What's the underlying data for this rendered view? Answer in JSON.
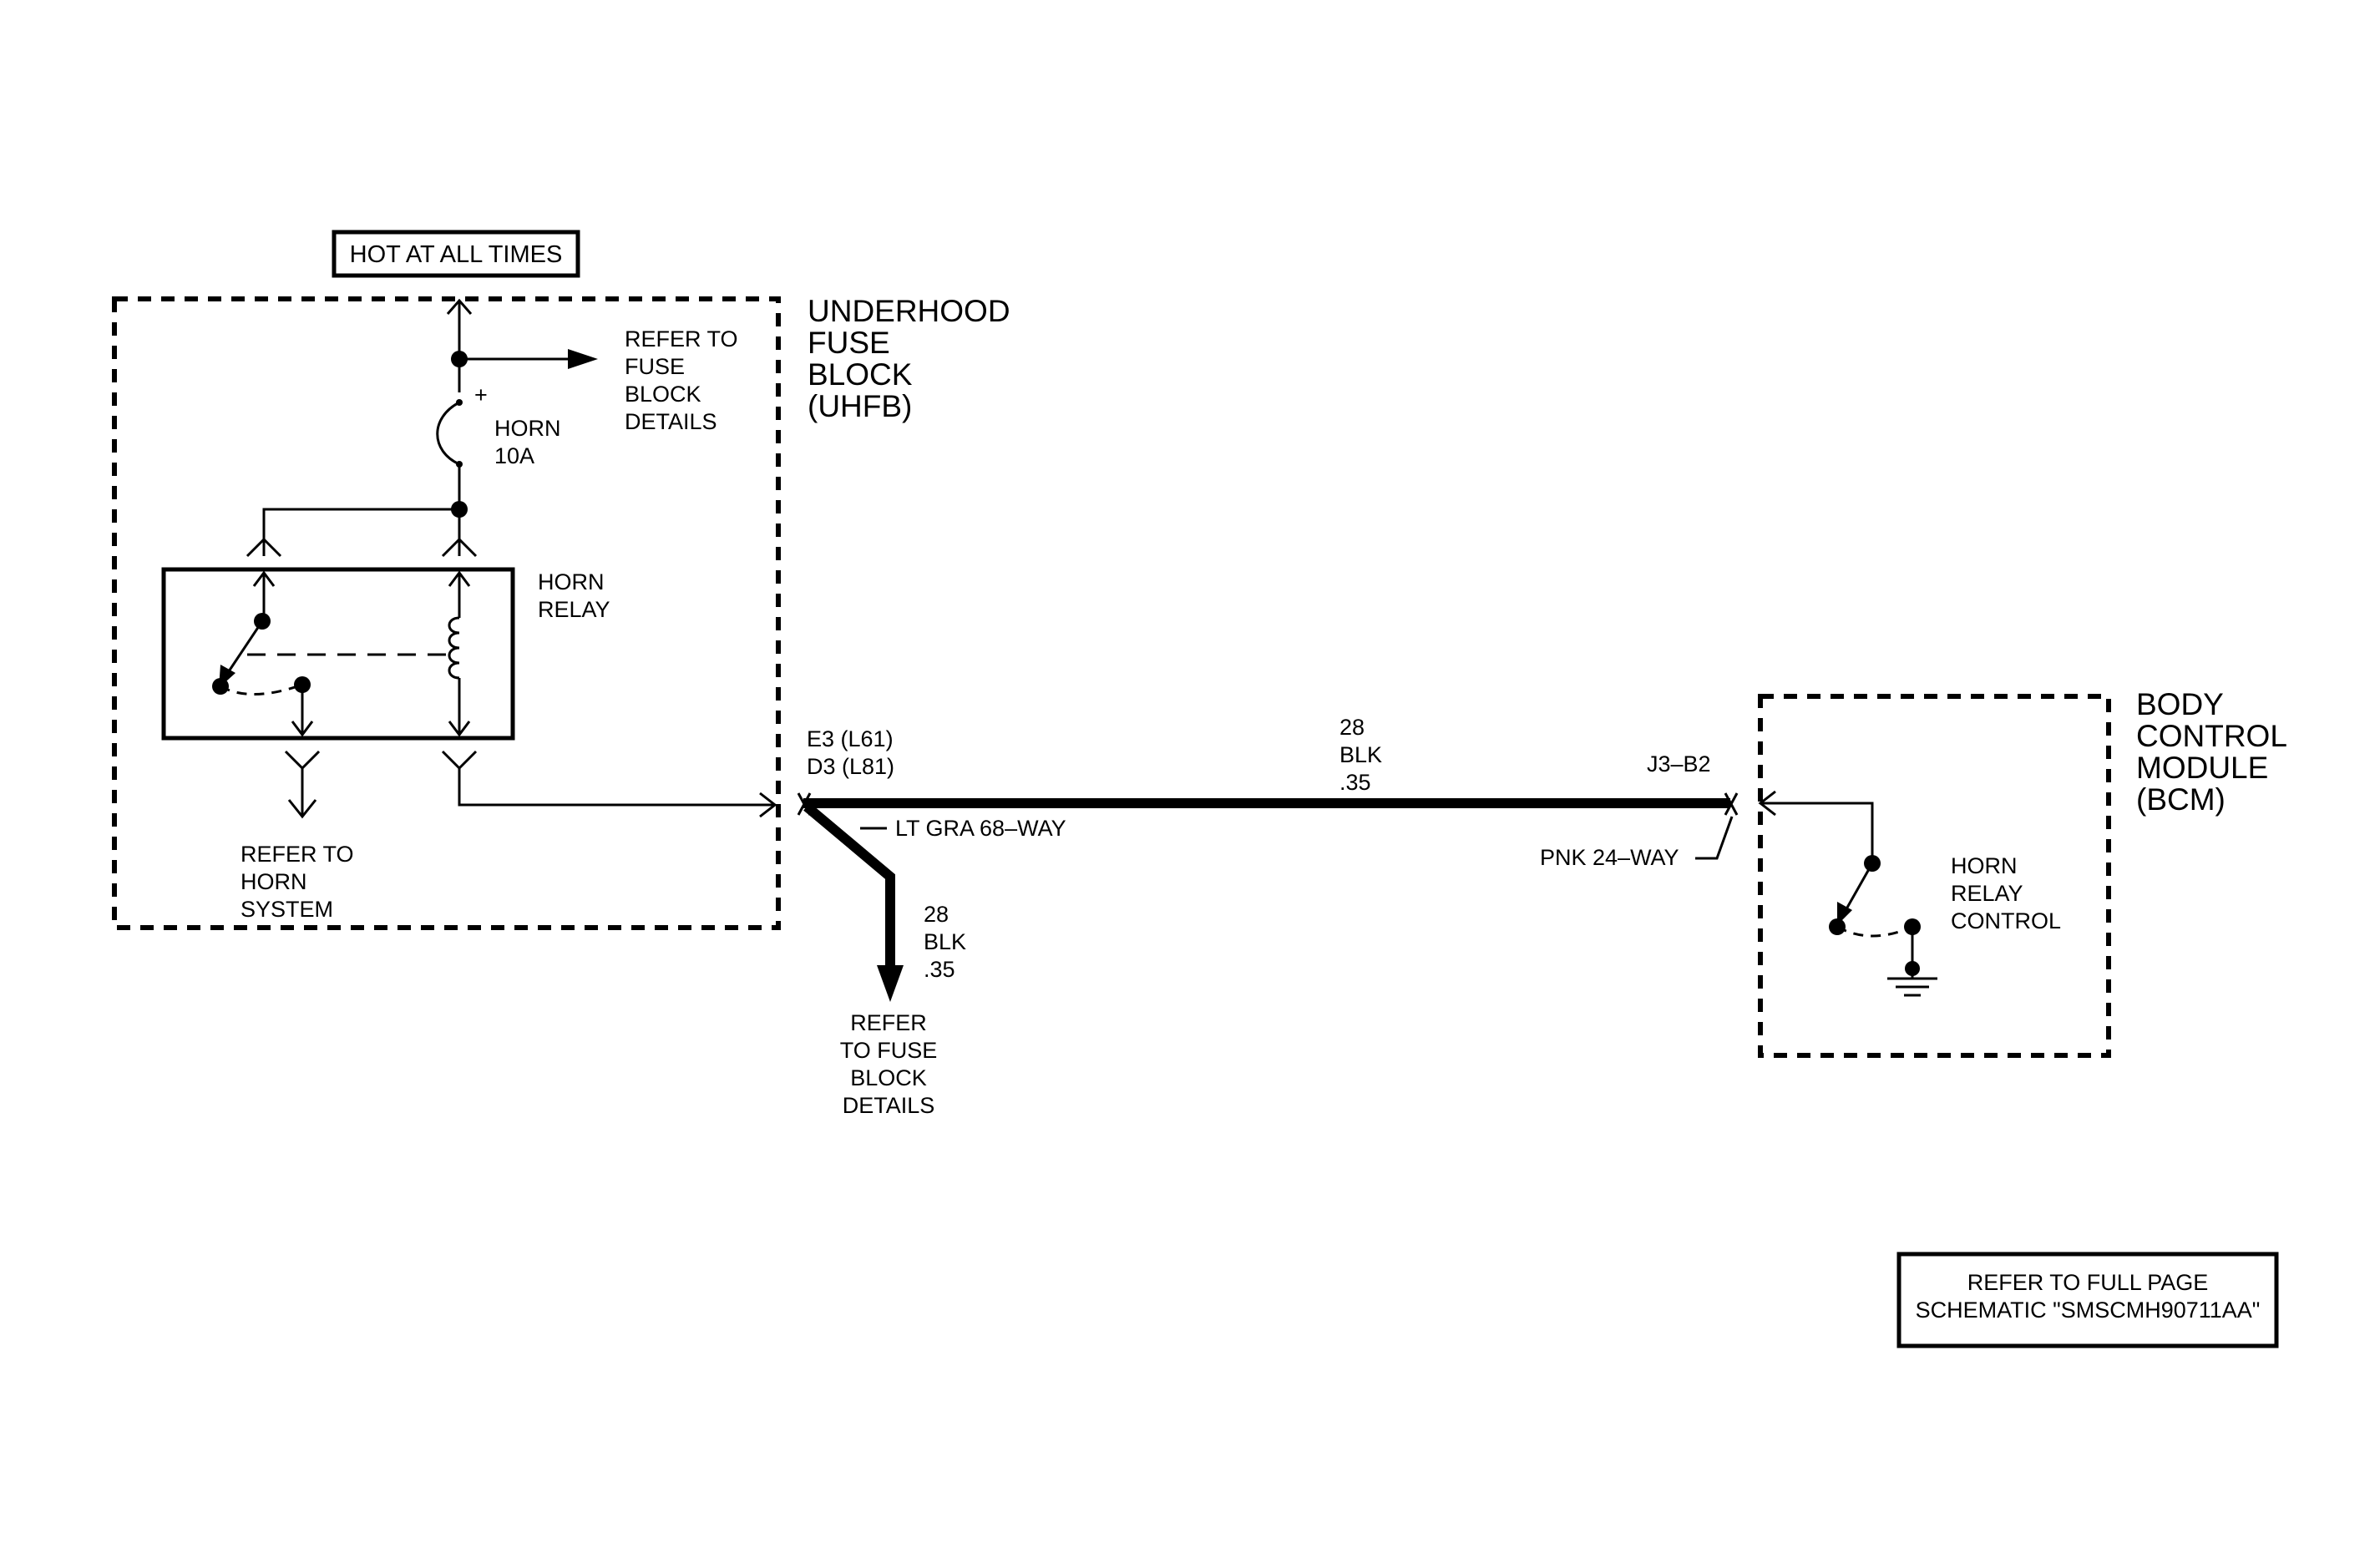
{
  "hot_at_all_times": "HOT AT ALL TIMES",
  "uhfb": {
    "line1": "UNDERHOOD",
    "line2": "FUSE",
    "line3": "BLOCK",
    "line4": "(UHFB)"
  },
  "refer_fuse_top": [
    "REFER TO",
    "FUSE",
    "BLOCK",
    "DETAILS"
  ],
  "fuse": {
    "name": "HORN",
    "rating": "10A",
    "polarity": "+"
  },
  "relay": {
    "line1": "HORN",
    "line2": "RELAY"
  },
  "refer_horn": [
    "REFER TO",
    "HORN",
    "SYSTEM"
  ],
  "connector_uhfb": {
    "line1": "E3 (L61)",
    "line2": "D3 (L81)",
    "name": "LT GRA 68–WAY"
  },
  "wire_main": {
    "gauge": "28",
    "color": "BLK",
    "size": ".35"
  },
  "wire_branch": {
    "gauge": "28",
    "color": "BLK",
    "size": ".35"
  },
  "refer_fuse_bottom": [
    "REFER",
    "TO FUSE",
    "BLOCK",
    "DETAILS"
  ],
  "connector_bcm": {
    "pin": "J3–B2",
    "name": "PNK 24–WAY"
  },
  "bcm": {
    "line1": "BODY",
    "line2": "CONTROL",
    "line3": "MODULE",
    "line4": "(BCM)"
  },
  "horn_relay_control": [
    "HORN",
    "RELAY",
    "CONTROL"
  ],
  "refer_full_page": {
    "line1": "REFER TO FULL PAGE",
    "line2": "SCHEMATIC \"SMSCMH90711AA\""
  }
}
